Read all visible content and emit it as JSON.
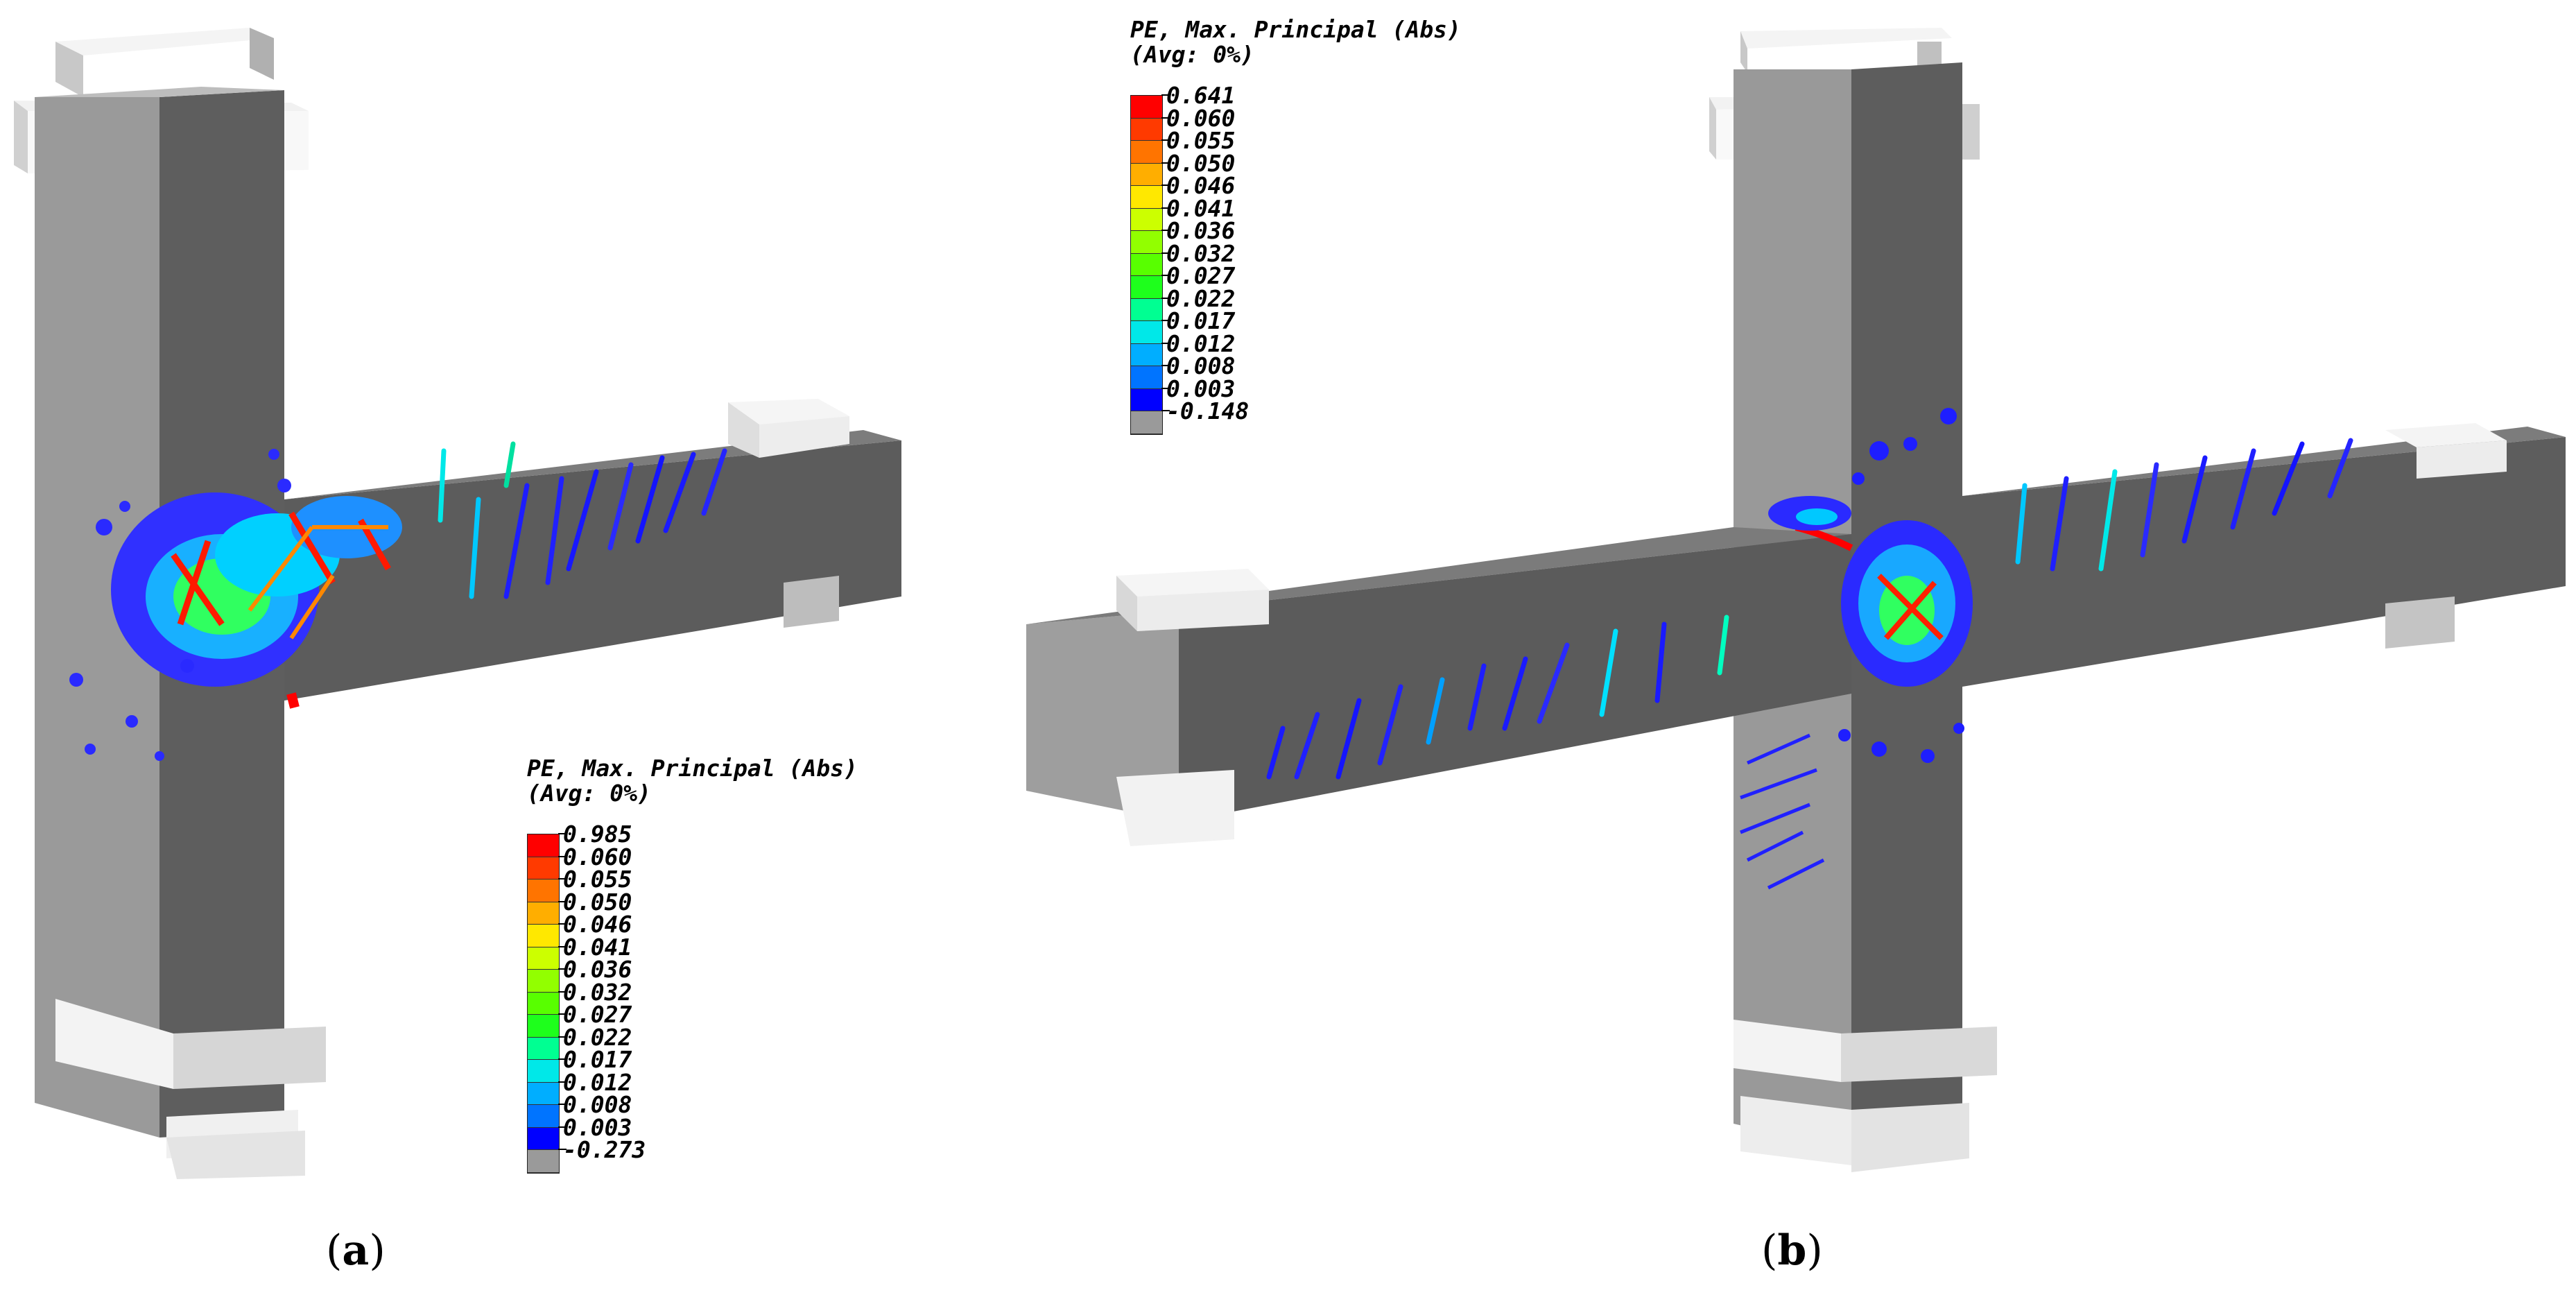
{
  "panels": [
    {
      "label_prefix": "(",
      "label_letter": "a",
      "label_suffix": ")",
      "legend": {
        "title_line1": "PE, Max. Principal (Abs)",
        "title_line2": "(Avg: 0%)",
        "values": [
          "0.985",
          "0.060",
          "0.055",
          "0.050",
          "0.046",
          "0.041",
          "0.036",
          "0.032",
          "0.027",
          "0.022",
          "0.017",
          "0.012",
          "0.008",
          "0.003",
          "-0.273"
        ],
        "colors": [
          "#ff0000",
          "#ff3a00",
          "#ff7400",
          "#ffae00",
          "#ffe800",
          "#ccff00",
          "#92ff00",
          "#58ff00",
          "#1eff1c",
          "#00ff92",
          "#00e8e8",
          "#00aeff",
          "#0074ff",
          "#0000ff",
          "#9a9a9a"
        ]
      }
    },
    {
      "label_prefix": "(",
      "label_letter": "b",
      "label_suffix": ")",
      "legend": {
        "title_line1": "PE, Max. Principal (Abs)",
        "title_line2": "(Avg: 0%)",
        "values": [
          "0.641",
          "0.060",
          "0.055",
          "0.050",
          "0.046",
          "0.041",
          "0.036",
          "0.032",
          "0.027",
          "0.022",
          "0.017",
          "0.012",
          "0.008",
          "0.003",
          "-0.148"
        ],
        "colors": [
          "#ff0000",
          "#ff3a00",
          "#ff7400",
          "#ffae00",
          "#ffe800",
          "#ccff00",
          "#92ff00",
          "#58ff00",
          "#1eff1c",
          "#00ff92",
          "#00e8e8",
          "#00aeff",
          "#0074ff",
          "#0000ff",
          "#9a9a9a"
        ]
      }
    }
  ]
}
